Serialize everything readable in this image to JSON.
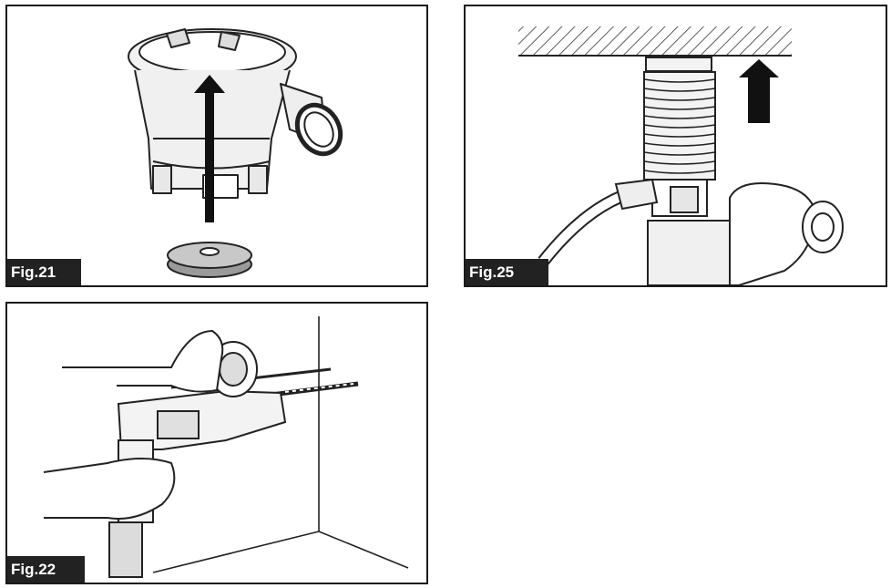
{
  "figures": {
    "fig21": {
      "label": "Fig.21"
    },
    "fig25": {
      "label": "Fig.25"
    },
    "fig22": {
      "label": "Fig.22"
    }
  }
}
